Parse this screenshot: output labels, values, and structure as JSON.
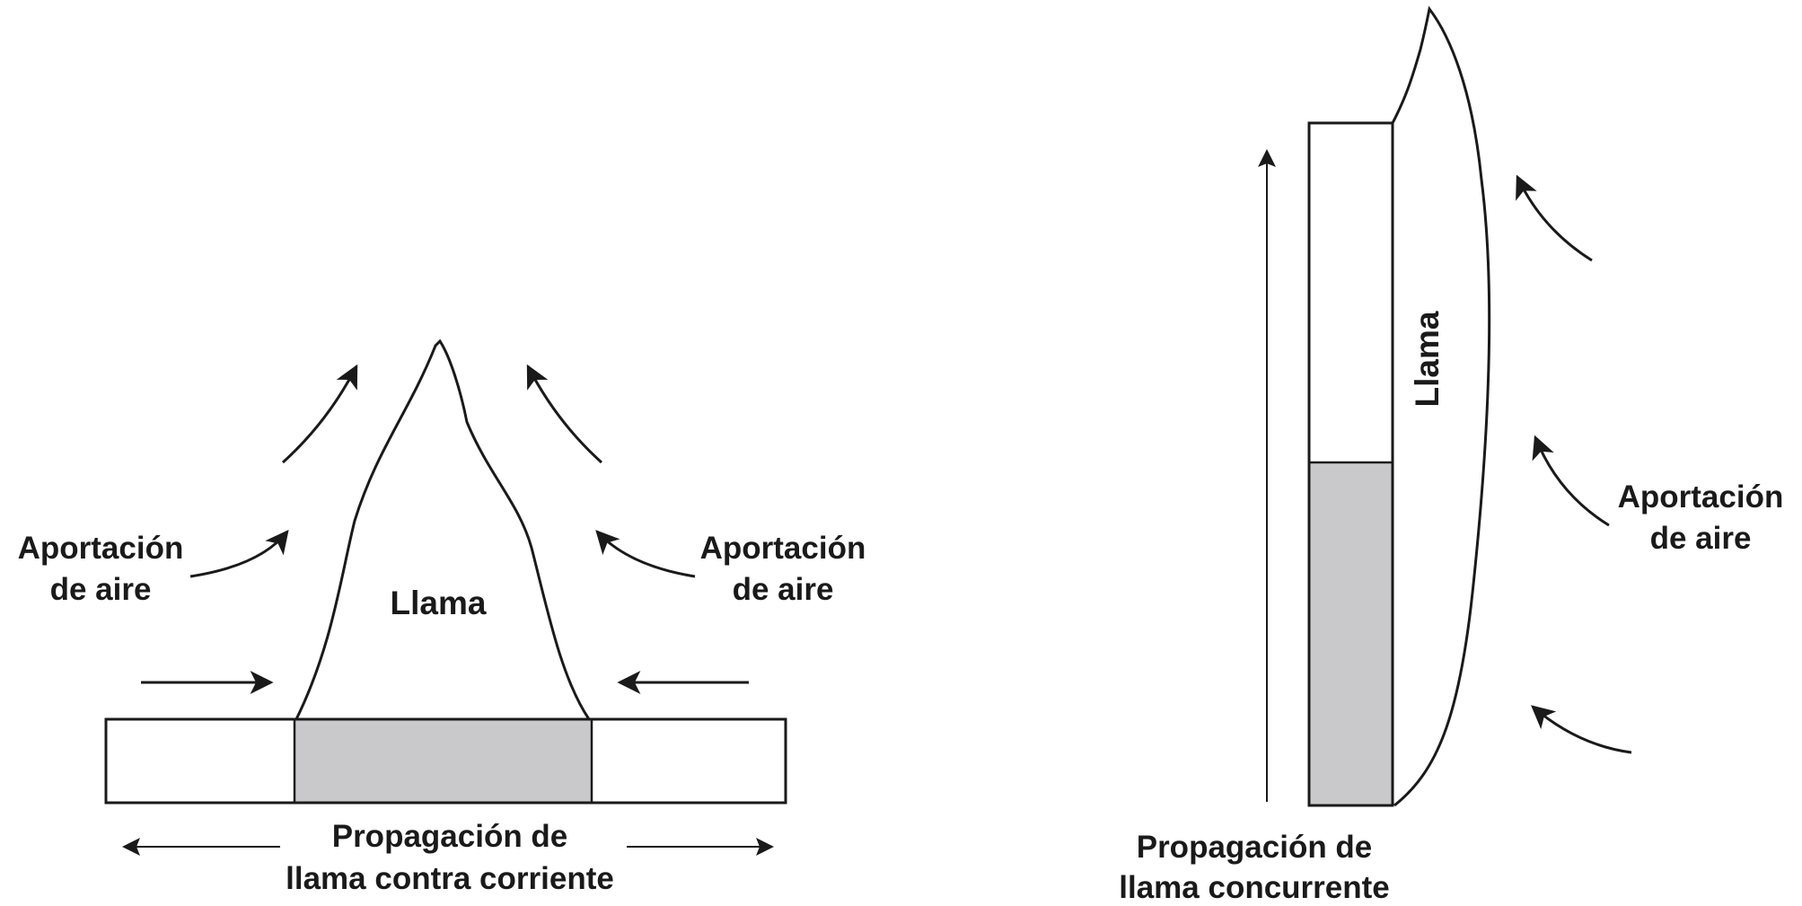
{
  "left_diagram": {
    "flame_label": "Llama",
    "air_left": {
      "line1": "Aportación",
      "line2": "de aire"
    },
    "air_right": {
      "line1": "Aportación",
      "line2": "de aire"
    },
    "caption": {
      "line1": "Propagación de",
      "line2": "llama contra corriente"
    }
  },
  "right_diagram": {
    "flame_label": "Llama",
    "air": {
      "line1": "Aportación",
      "line2": "de aire"
    },
    "caption": {
      "line1": "Propagación de",
      "line2": "llama concurrente"
    }
  },
  "colors": {
    "ink": "#1a1a1a",
    "burning_fill": "#c9c9cb",
    "background": "#ffffff"
  }
}
